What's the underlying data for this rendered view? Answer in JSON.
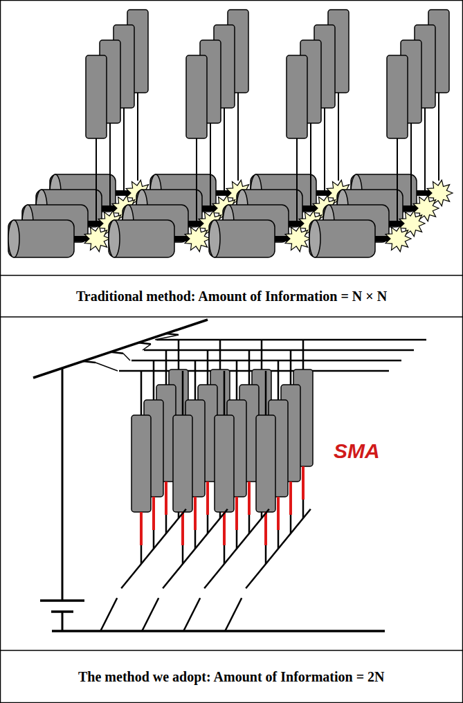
{
  "diagram": {
    "labels": [
      "Traditional method: Amount of Information = N × N",
      "SMA",
      "The method we adopt: Amount of Information = 2N"
    ]
  }
}
